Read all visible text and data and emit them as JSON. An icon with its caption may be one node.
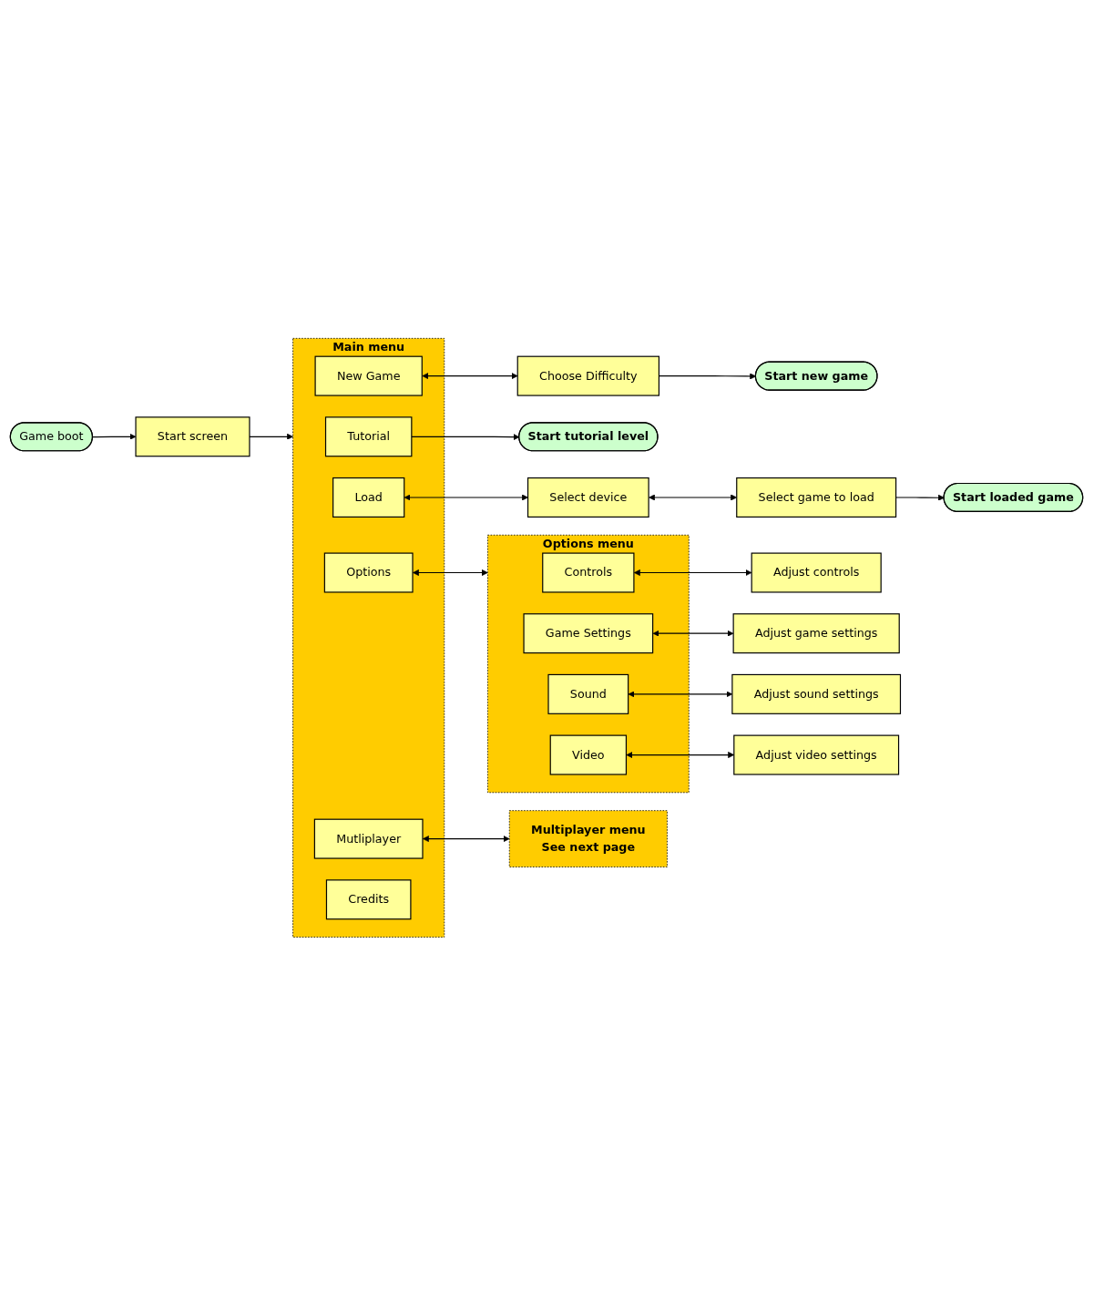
{
  "diagram": {
    "nodes": [
      {
        "text": [
          "Game boot"
        ]
      },
      {
        "text": [
          "Start screen"
        ]
      },
      {
        "text": [
          "Main menu"
        ]
      },
      {
        "text": [
          "Tutorial"
        ],
        "in": 2
      },
      {
        "text": [
          "New Game"
        ],
        "in": 2
      },
      {
        "text": [
          "Load"
        ],
        "in": 2
      },
      {
        "text": [
          "Mutliplayer"
        ],
        "in": 2
      },
      {
        "text": [
          "Options"
        ],
        "in": 2
      },
      {
        "text": [
          "Credits"
        ],
        "in": 2
      },
      {
        "text": [
          "Start tutorial level"
        ]
      },
      {
        "text": [
          "Choose Difficulty"
        ]
      },
      {
        "text": [
          "Start new game"
        ]
      },
      {
        "text": [
          "Select device"
        ]
      },
      {
        "text": [
          "Select game to load"
        ]
      },
      {
        "text": [
          "Multiplayer menu",
          "See next page"
        ]
      },
      {
        "text": [
          "Start loaded game"
        ]
      },
      {
        "text": [
          "Options menu"
        ]
      },
      {
        "text": [
          "Controls"
        ],
        "in": 16
      },
      {
        "text": [
          "Game Settings"
        ],
        "in": 16
      },
      {
        "text": [
          "Sound"
        ],
        "in": 16
      },
      {
        "text": [
          "Video"
        ],
        "in": 16
      },
      {
        "text": [
          "Adjust controls"
        ]
      },
      {
        "text": [
          "Adjust game settings"
        ]
      },
      {
        "text": [
          "Adjust sound settings"
        ]
      },
      {
        "text": [
          "Adjust video settings"
        ]
      }
    ],
    "edges": [
      {
        "from": 0,
        "to": 1,
        "arrow": "to"
      },
      {
        "from": 1,
        "to": 2,
        "arrow": "to"
      },
      {
        "from": 3,
        "to": 9,
        "arrow": "to"
      },
      {
        "from": 4,
        "to": 10,
        "arrow": "both"
      },
      {
        "from": 10,
        "to": 11,
        "arrow": "to"
      },
      {
        "from": 5,
        "to": 12,
        "arrow": "both"
      },
      {
        "from": 12,
        "to": 13,
        "arrow": "both"
      },
      {
        "from": 13,
        "to": 15,
        "arrow": "to"
      },
      {
        "from": 6,
        "to": 14,
        "arrow": "both"
      },
      {
        "from": 7,
        "to": 16,
        "arrow": "both"
      },
      {
        "from": 17,
        "to": 21,
        "arrow": "both"
      },
      {
        "from": 18,
        "to": 22,
        "arrow": "both"
      },
      {
        "from": 19,
        "to": 23,
        "arrow": "both"
      },
      {
        "from": 20,
        "to": 24,
        "arrow": "both"
      }
    ]
  }
}
